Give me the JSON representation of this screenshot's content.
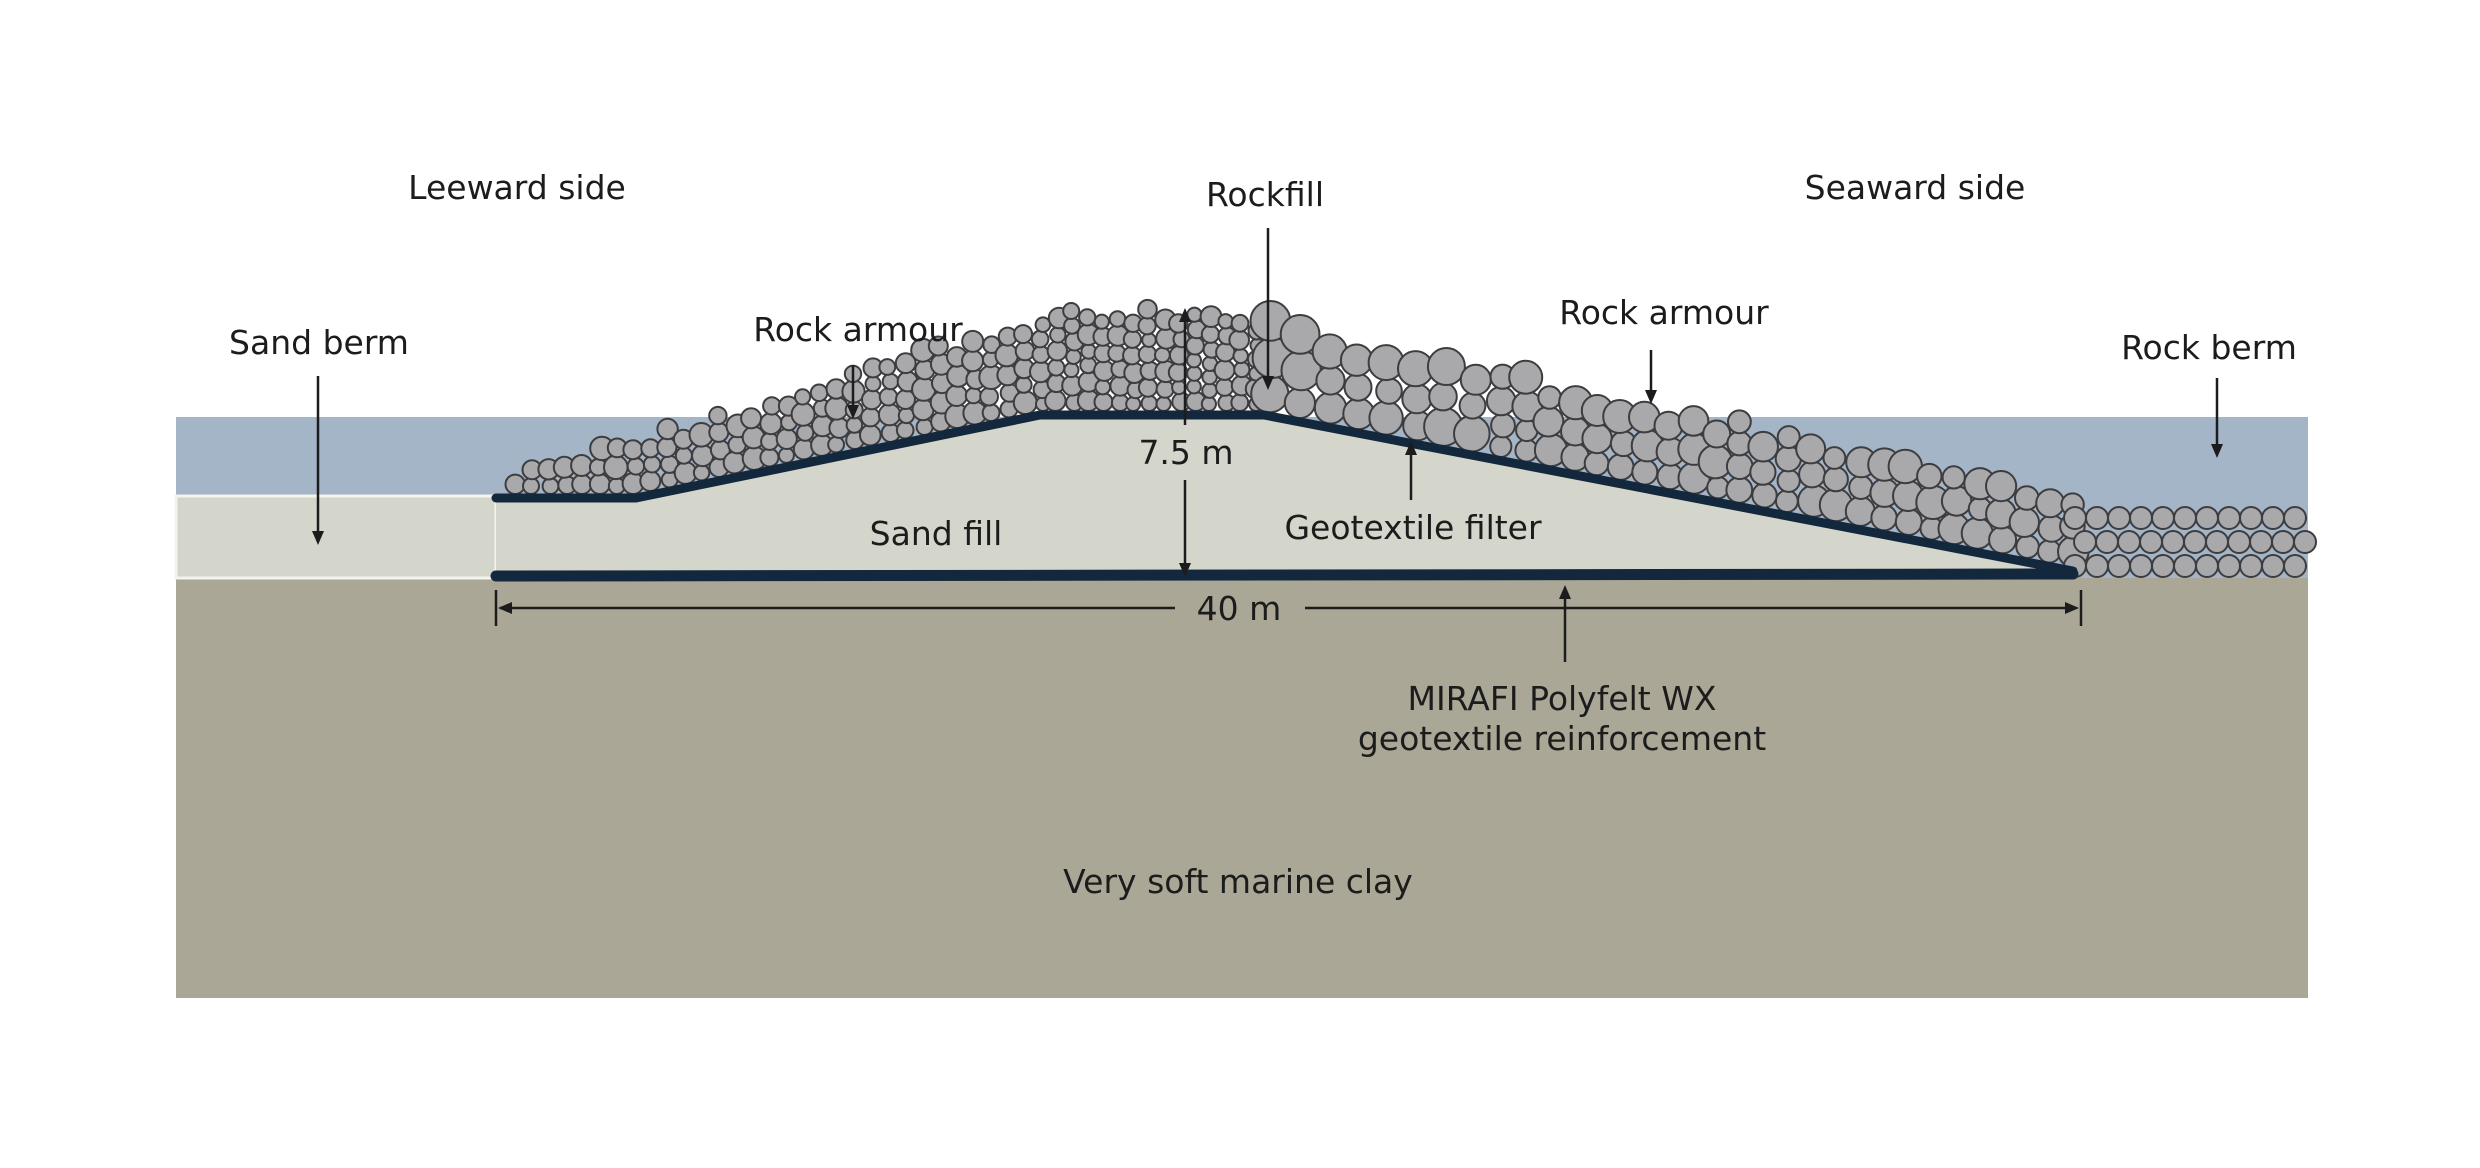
{
  "labels": {
    "leeward_side": "Leeward side",
    "seaward_side": "Seaward side",
    "rockfill": "Rockfill",
    "sand_berm": "Sand berm",
    "rock_armour_left": "Rock armour",
    "rock_armour_right": "Rock armour",
    "rock_berm": "Rock berm",
    "height_dimension": "7.5 m",
    "sand_fill": "Sand fill",
    "geotextile_filter": "Geotextile filter",
    "width_dimension": "40 m",
    "reinforcement_line1": "MIRAFI Polyfelt WX",
    "reinforcement_line2": "geotextile reinforcement",
    "clay": "Very soft marine clay"
  },
  "colors": {
    "water": "#a3b5c7",
    "clay": "#aba796",
    "sand": "#d5d6cb",
    "geotextile": "#13283d",
    "rock_fill": "#a9a9ac",
    "rock_stroke": "#3d3d40",
    "line": "#1c1c1c"
  }
}
